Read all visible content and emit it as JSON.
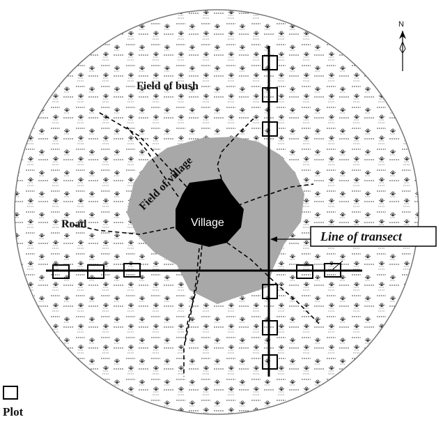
{
  "labels": {
    "field_of_bush": "Field of bush",
    "field_of_village": "Field of village",
    "village": "Village",
    "road": "Road",
    "line_of_transect": "Line of transect",
    "plot_legend": "Plot",
    "north": "N"
  },
  "colors": {
    "bush_texture": "#555555",
    "village_field": "#a8a8a8",
    "village": "#000000",
    "lines": "#000000",
    "background": "#ffffff"
  },
  "icons": {
    "north_arrow": "north-arrow-icon",
    "plot_marker": "plot-square-icon"
  }
}
